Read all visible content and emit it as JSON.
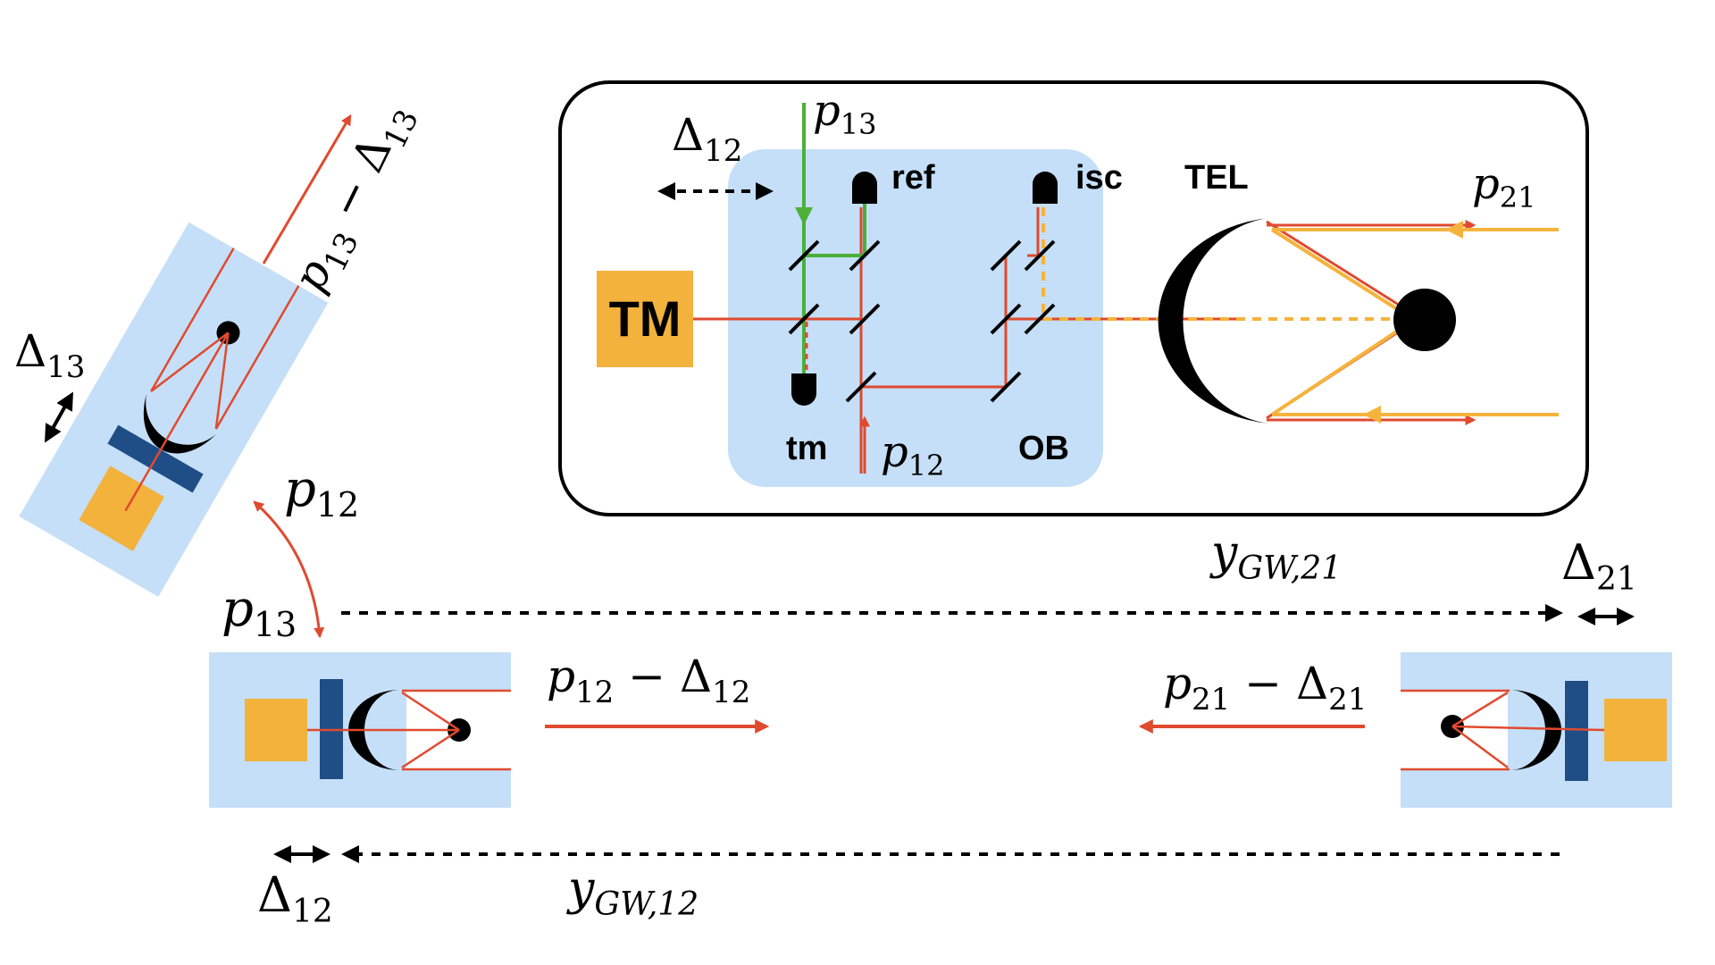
{
  "colors": {
    "bench": "#c5dff8",
    "test_mass": "#f2b23c",
    "laser": "#e04a2f",
    "local_beam": "#4caf3a",
    "received_beam": "#f5b33d",
    "mount": "#1f4e86",
    "ink": "#000000"
  },
  "inset": {
    "tm_label": "TM",
    "ref_label": "ref",
    "isc_label": "isc",
    "tm_pd_label": "tm",
    "ob_label": "OB",
    "tel_label": "TEL",
    "p13_label": "p",
    "p13_sub": "13",
    "p12_label": "p",
    "p12_sub": "12",
    "p21_label": "p",
    "p21_sub": "21",
    "delta12_label": "Δ",
    "delta12_sub": "12"
  },
  "sc1": {
    "delta13_label": "Δ",
    "delta13_sub": "13",
    "beam_label_p": "p",
    "beam_label_p_sub": "13",
    "beam_label_minus": " − Δ",
    "beam_label_delta_sub": "13",
    "p12_label": "p",
    "p12_sub": "12",
    "p13_label": "p",
    "p13_sub": "13"
  },
  "link": {
    "beam12_p": "p",
    "beam12_p_sub": "12",
    "beam12_minus": " − Δ",
    "beam12_delta_sub": "12",
    "beam21_p": "p",
    "beam21_p_sub": "21",
    "beam21_minus": " − Δ",
    "beam21_delta_sub": "21",
    "ygw21_label": "y",
    "ygw21_sub": "GW,21",
    "ygw12_label": "y",
    "ygw12_sub": "GW,12",
    "delta21_label": "Δ",
    "delta21_sub": "21",
    "delta12_label": "Δ",
    "delta12_sub": "12"
  }
}
